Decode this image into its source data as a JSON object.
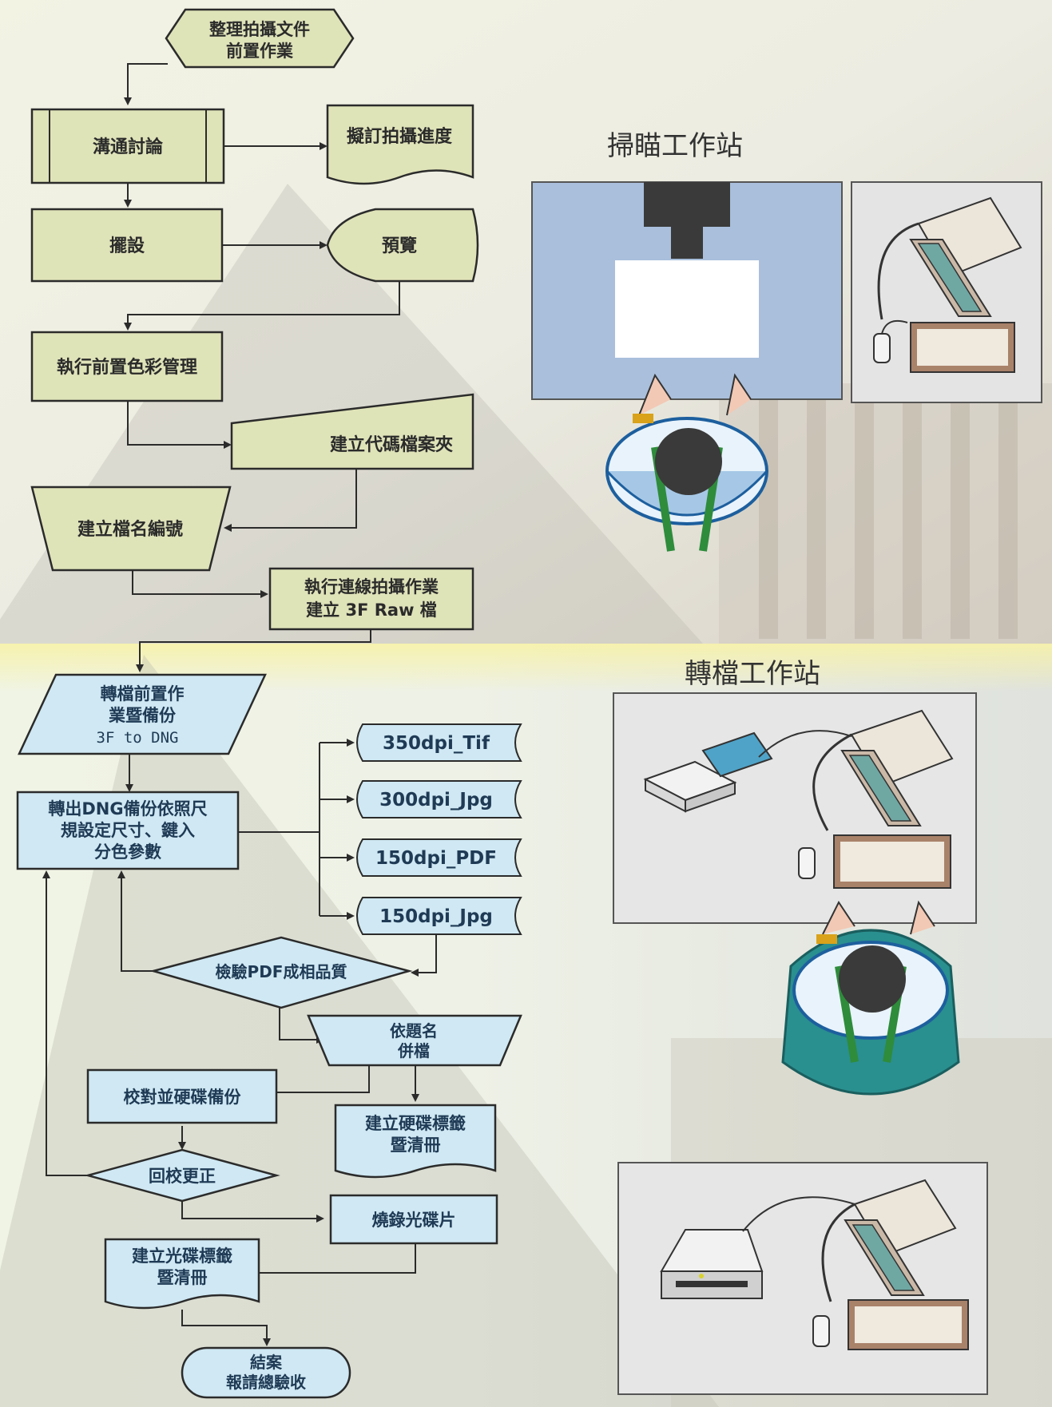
{
  "sections": {
    "scan_station_title": "掃瞄工作站",
    "convert_station_title": "轉檔工作站"
  },
  "top_flow": {
    "start": [
      "整理拍攝文件",
      "前置作業"
    ],
    "discuss": "溝通討論",
    "schedule": "擬訂拍攝進度",
    "setup": "擺設",
    "preview": "預覽",
    "color_mgmt": "執行前置色彩管理",
    "folder": "建立代碼檔案夾",
    "naming": "建立檔名編號",
    "shoot": [
      "執行連線拍攝作業",
      "建立 3F Raw 檔"
    ]
  },
  "bottom_flow": {
    "pre_convert": [
      "轉檔前置作",
      "業暨備份"
    ],
    "pre_convert_sub": "3F to DNG",
    "export": [
      "轉出DNG備份依照尺",
      "規設定尺寸、鍵入",
      "分色參數"
    ],
    "outputs": [
      "350dpi_Tif",
      "300dpi_Jpg",
      "150dpi_PDF",
      "150dpi_Jpg"
    ],
    "check_pdf": "檢驗PDF成相品質",
    "merge": [
      "依題名",
      "併檔"
    ],
    "proof_backup": "校對並硬碟備份",
    "hdd_label": [
      "建立硬碟標籤",
      "暨清冊"
    ],
    "recheck": "回校更正",
    "burn": "燒錄光碟片",
    "cd_label": [
      "建立光碟標籤",
      "暨清冊"
    ],
    "finish": [
      "結案",
      "報請總驗收"
    ]
  },
  "colors": {
    "top_box": "#dfe3b8",
    "bottom_box": "#cfe8f3",
    "line": "#2b2b2b"
  }
}
